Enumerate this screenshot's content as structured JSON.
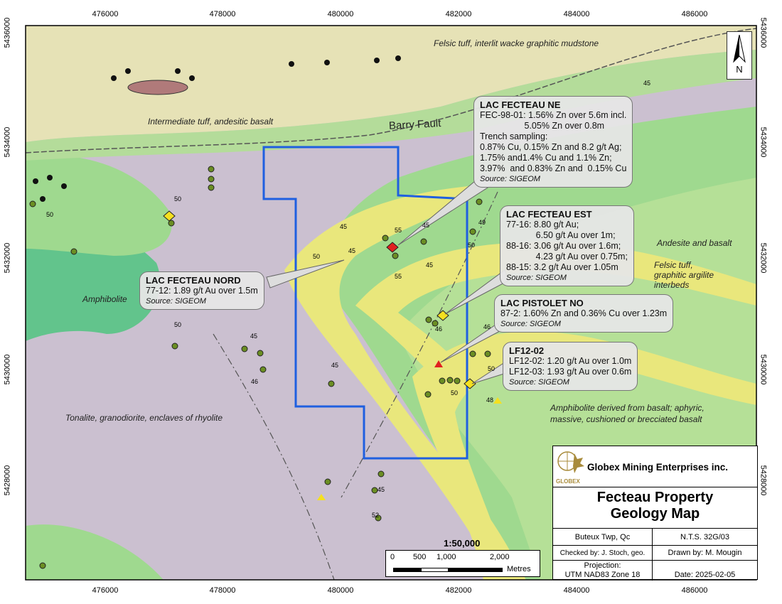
{
  "map": {
    "x_ticks": [
      "476000",
      "478000",
      "480000",
      "482000",
      "484000",
      "486000"
    ],
    "y_ticks": [
      "5436000",
      "5434000",
      "5432000",
      "5430000",
      "5428000"
    ],
    "colors": {
      "tonalite": "#cbc0d0",
      "felsic_tuff": "#e6e2b6",
      "andesite": "#9fd98f",
      "light_green": "#bfe39a",
      "amphibolite": "#62c48c",
      "yellow": "#e9e77c",
      "property_outline": "#1f5fe0"
    },
    "north_arrow": {
      "icon": "north-arrow-icon",
      "label": "N"
    },
    "geology_labels": [
      "Felsic tuff, interlit wacke graphitic mudstone",
      "Intermediate tuff, andesitic basalt",
      "Barry Fault",
      "Andesite and basalt",
      "Felsic tuff,\ngraphitic argilite\ninterbeds",
      "Amphibolite",
      "Tonalite, granodiorite, enclaves of rhyolite",
      "Amphibolite derived from basalt; aphyric,\nmassive, cushioned or brecciated basalt"
    ],
    "dip_labels": [
      "45",
      "55",
      "45",
      "50",
      "45",
      "55",
      "45",
      "50",
      "49",
      "50",
      "45",
      "45",
      "46",
      "46",
      "46",
      "50",
      "50",
      "48",
      "50",
      "50",
      "45",
      "52",
      "45"
    ]
  },
  "callouts": [
    {
      "title": "LAC FECTEAU NE",
      "body": "FEC-98-01: 1.56% Zn over 5.6m incl.\n                  5.05% Zn over 0.8m\nTrench sampling:\n0.87% Cu, 0.15% Zn and 8.2 g/t Ag;\n1.75% and1.4% Cu and 1.1% Zn;\n3.97%  and 0.83% Zn and  0.15% Cu",
      "source": "Source: SIGEOM"
    },
    {
      "title": "LAC FECTEAU EST",
      "body": "77-16: 8.80 g/t Au;\n            6.50 g/t Au over 1m;\n88-16: 3.06 g/t Au over 1.6m;\n            4.23 g/t Au over 0.75m;\n88-15: 3.2 g/t Au over 1.05m",
      "source": "Source: SIGEOM"
    },
    {
      "title": "LAC FECTEAU NORD",
      "body": "77-12: 1.89 g/t Au over 1.5m",
      "source": "Source: SIGEOM"
    },
    {
      "title": "LAC PISTOLET NO",
      "body": "87-2: 1.60% Zn and 0.36% Cu over 1.23m",
      "source": "Source: SIGEOM"
    },
    {
      "title": "LF12-02",
      "body": "LF12-02: 1.20 g/t Au over 1.0m\nLF12-03: 1.93 g/t Au over 0.6m",
      "source": "Source: SIGEOM"
    }
  ],
  "scale": {
    "ratio": "1:50,000",
    "ticks": [
      "0",
      "500",
      "1,000",
      "2,000"
    ],
    "unit": "Metres"
  },
  "title_block": {
    "logo_text": "GLOBEX",
    "company": "Globex Mining Enterprises inc.",
    "title_line1": "Fecteau Property",
    "title_line2": "Geology Map",
    "township": "Buteux Twp, Qc",
    "nts": "N.T.S. 32G/03",
    "checked_by": "Checked by: J. Stoch, geo.",
    "drawn_by": "Drawn by: M. Mougin",
    "projection": "Projection:\nUTM NAD83 Zone 18",
    "date": "Date: 2025-02-05"
  }
}
